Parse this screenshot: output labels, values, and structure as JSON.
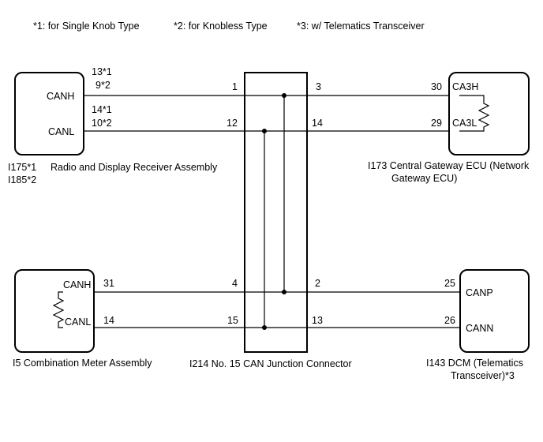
{
  "notes": [
    "*1: for Single Knob Type",
    "*2: for Knobless Type",
    "*3: w/ Telematics Transceiver"
  ],
  "junction": {
    "caption": "I214  No. 15 CAN Junction Connector",
    "pins": {
      "p1": "1",
      "p3": "3",
      "p12": "12",
      "p14": "14",
      "p4": "4",
      "p2": "2",
      "p15": "15",
      "p13": "13"
    }
  },
  "radio": {
    "code_1": "I175*1",
    "code_2": "I185*2",
    "name": "Radio and Display Receiver Assembly",
    "canh": "CANH",
    "canl": "CANL",
    "canh_pin_1": "13*1",
    "canh_pin_2": "9*2",
    "canl_pin_1": "14*1",
    "canl_pin_2": "10*2"
  },
  "gateway": {
    "name_line1": "I173 Central Gateway ECU (Network",
    "name_line2": "Gateway ECU)",
    "ca3h": "CA3H",
    "ca3l": "CA3L",
    "ca3h_pin": "30",
    "ca3l_pin": "29"
  },
  "meter": {
    "name": "I5  Combination Meter Assembly",
    "canh": "CANH",
    "canl": "CANL",
    "canh_pin": "31",
    "canl_pin": "14"
  },
  "dcm": {
    "name_line1": "I143  DCM (Telematics",
    "name_line2": "Transceiver)*3",
    "canp": "CANP",
    "cann": "CANN",
    "canp_pin": "25",
    "cann_pin": "26"
  }
}
